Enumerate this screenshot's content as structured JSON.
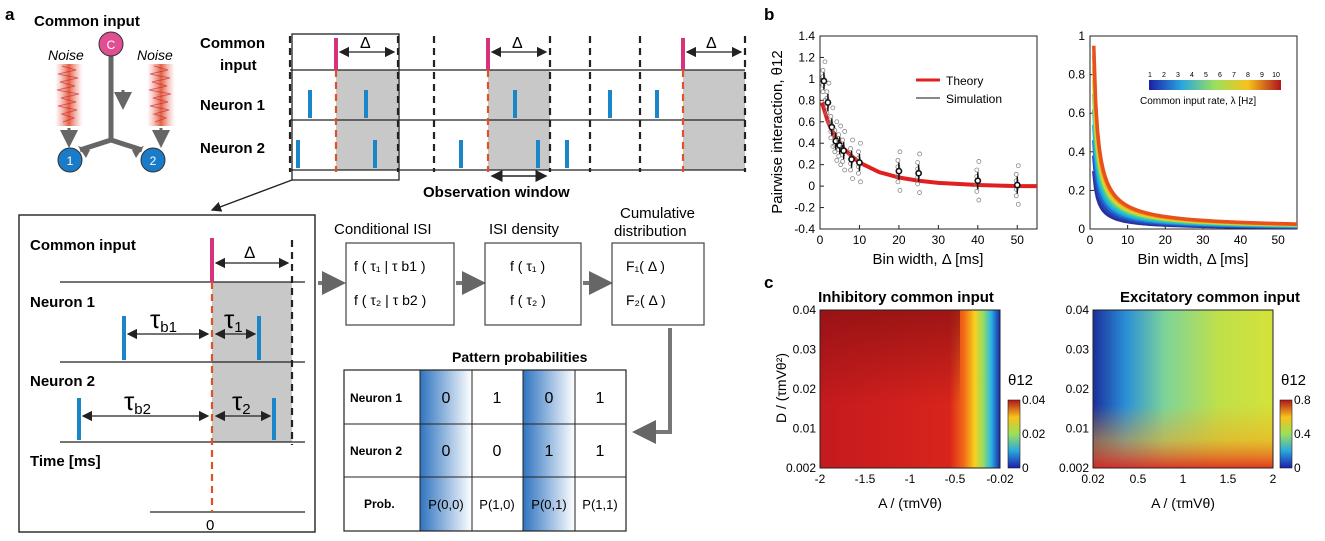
{
  "panel_labels": {
    "a": "a",
    "b": "b",
    "c": "c"
  },
  "schematic": {
    "title": "Common input",
    "node_common": "C",
    "node_1": "1",
    "node_2": "2",
    "noise_left": "Noise",
    "noise_right": "Noise"
  },
  "raster": {
    "row_common_line1": "Common",
    "row_common_line2": "input",
    "row_neuron1": "Neuron 1",
    "row_neuron2": "Neuron 2",
    "delta": "Δ",
    "observation_window": "Observation window"
  },
  "zoom": {
    "common_input": "Common input",
    "neuron1": "Neuron 1",
    "neuron2": "Neuron 2",
    "time": "Time [ms]",
    "zero": "0",
    "delta": "Δ",
    "tau_b1": "τ",
    "tau_b1_sub": "b1",
    "tau_1": "τ",
    "tau_1_sub": "1",
    "tau_b2": "τ",
    "tau_b2_sub": "b2",
    "tau_2": "τ",
    "tau_2_sub": "2"
  },
  "flow": {
    "box1_title": "Conditional ISI",
    "box1_line1": "f ( τ₁ | τ b1 )",
    "box1_line2": "f ( τ₂ | τ b2 )",
    "box2_title": "ISI density",
    "box2_line1": "f ( τ₁ )",
    "box2_line2": "f ( τ₂ )",
    "box3_title_line1": "Cumulative",
    "box3_title_line2": "distribution",
    "box3_line1": "F₁( Δ )",
    "box3_line2": "F₂( Δ )"
  },
  "pattern_table": {
    "title": "Pattern probabilities",
    "rows": [
      {
        "label": "Neuron 1",
        "cells": [
          "0",
          "1",
          "0",
          "1"
        ]
      },
      {
        "label": "Neuron 2",
        "cells": [
          "0",
          "0",
          "1",
          "1"
        ]
      },
      {
        "label": "Prob.",
        "cells": [
          "P(0,0)",
          "P(1,0)",
          "P(0,1)",
          "P(1,1)"
        ]
      }
    ]
  },
  "chart_data": [
    {
      "type": "line",
      "panel": "b-left",
      "ylabel": "Pairwise interaction, θ12",
      "xlabel": "Bin width, Δ [ms]",
      "xlim": [
        0,
        55
      ],
      "ylim": [
        -0.4,
        1.4
      ],
      "xticks": [
        0,
        10,
        20,
        30,
        40,
        50
      ],
      "yticks": [
        -0.4,
        -0.2,
        0,
        0.2,
        0.4,
        0.6,
        0.8,
        1,
        1.2,
        1.4
      ],
      "legend": [
        "Theory",
        "Simulation"
      ],
      "legend_position": "top-right",
      "series": [
        {
          "name": "Theory",
          "color": "#e02020",
          "x": [
            0.5,
            2,
            4,
            6,
            8,
            10,
            15,
            20,
            25,
            30,
            40,
            50,
            55
          ],
          "y": [
            0.78,
            0.6,
            0.45,
            0.35,
            0.28,
            0.22,
            0.13,
            0.08,
            0.05,
            0.03,
            0.01,
            0.0,
            0.0
          ]
        },
        {
          "name": "Simulation",
          "color": "#888888",
          "x": [
            1,
            2,
            3,
            4,
            5,
            6,
            8,
            10,
            20,
            25,
            40,
            50
          ],
          "y": [
            0.98,
            0.78,
            0.55,
            0.42,
            0.38,
            0.33,
            0.25,
            0.22,
            0.14,
            0.12,
            0.05,
            0.01
          ]
        }
      ]
    },
    {
      "type": "line",
      "panel": "b-right",
      "xlabel": "Bin width, Δ [ms]",
      "xlim": [
        0,
        55
      ],
      "ylim": [
        0,
        1
      ],
      "xticks": [
        0,
        10,
        20,
        30,
        40,
        50
      ],
      "yticks": [
        0,
        0.2,
        0.4,
        0.6,
        0.8,
        1
      ],
      "colorbar_label": "Common input rate, λ [Hz]",
      "colorbar_ticks": [
        1,
        2,
        3,
        4,
        5,
        6,
        7,
        8,
        9,
        10
      ],
      "series_count": 10,
      "peak_values": [
        0.3,
        0.38,
        0.46,
        0.54,
        0.62,
        0.7,
        0.77,
        0.84,
        0.9,
        0.95
      ]
    },
    {
      "type": "heatmap",
      "panel": "c-left",
      "title": "Inhibitory common input",
      "xlabel": "A / (τmVθ)",
      "ylabel": "D / (τmVθ²)",
      "xticks": [
        -2,
        -1.5,
        -1,
        -0.5,
        -0.02
      ],
      "yticks": [
        0.002,
        0.01,
        0.02,
        0.03,
        0.04
      ],
      "colorbar_label": "θ12",
      "colorbar_ticks": [
        0,
        0.02,
        0.04
      ]
    },
    {
      "type": "heatmap",
      "panel": "c-right",
      "title": "Excitatory common input",
      "xlabel": "A / (τmVθ)",
      "ylabel": "",
      "xticks": [
        0.02,
        0.5,
        1,
        1.5,
        2
      ],
      "yticks": [
        0.002,
        0.01,
        0.02,
        0.03,
        0.04
      ],
      "colorbar_label": "θ12",
      "colorbar_ticks": [
        0,
        0.4,
        0.8
      ]
    }
  ]
}
